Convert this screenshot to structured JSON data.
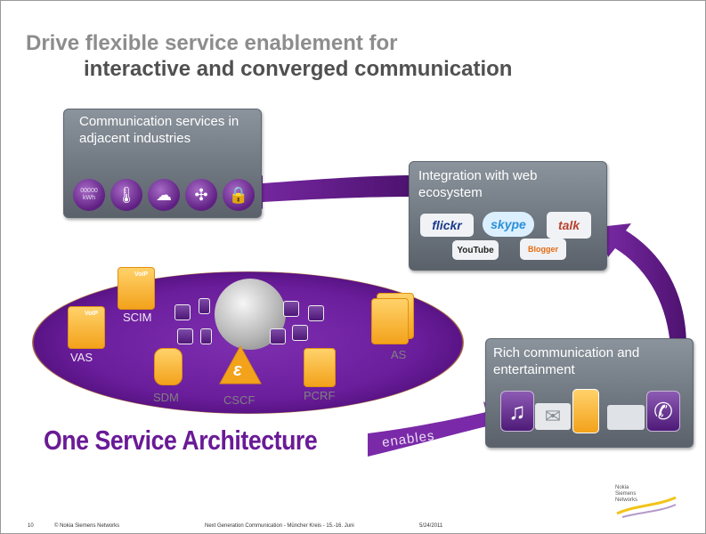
{
  "slide": {
    "title_line1": "Drive flexible service enablement for",
    "title_line2": "interactive and converged communication"
  },
  "cards": {
    "adjacent_industries": {
      "title": "Communication services in adjacent industries",
      "icons": [
        "meter-reading-icon",
        "thermometer-icon",
        "weather-icon",
        "wind-turbine-icon",
        "padlock-icon"
      ]
    },
    "web_ecosystem": {
      "title": "Integration with web ecosystem",
      "logos": [
        "flickr",
        "skype",
        "talk",
        "YouTube",
        "Blogger"
      ]
    },
    "rich_communication": {
      "title": "Rich communication and entertainment",
      "icons": [
        "music-note-icon",
        "envelope-icon",
        "mobile-phone-icon",
        "laptop-icon",
        "telephone-icon"
      ]
    }
  },
  "architecture": {
    "nodes": {
      "vas": "VAS",
      "scim": "SCIM",
      "sdm": "SDM",
      "cscf": "CSCF",
      "pcrf": "PCRF",
      "as": "AS"
    },
    "voip_badge": "VoIP",
    "cscf_symbol": "ε",
    "heading": "One Service Architecture",
    "enables_label": "enables"
  },
  "colors": {
    "purple": "#6a1a96",
    "orange": "#f3a21b",
    "card_grey": "#6f7780",
    "title_grey": "#8d8d8d",
    "title_dark": "#505050"
  },
  "footer": {
    "page_number": "10",
    "copyright": "© Nokia Siemens Networks",
    "event": "Next Generation Communication - Müncher Kreis - 15.-16. Juni",
    "date": "5/24/2011",
    "logo_text": "Nokia Siemens Networks"
  }
}
